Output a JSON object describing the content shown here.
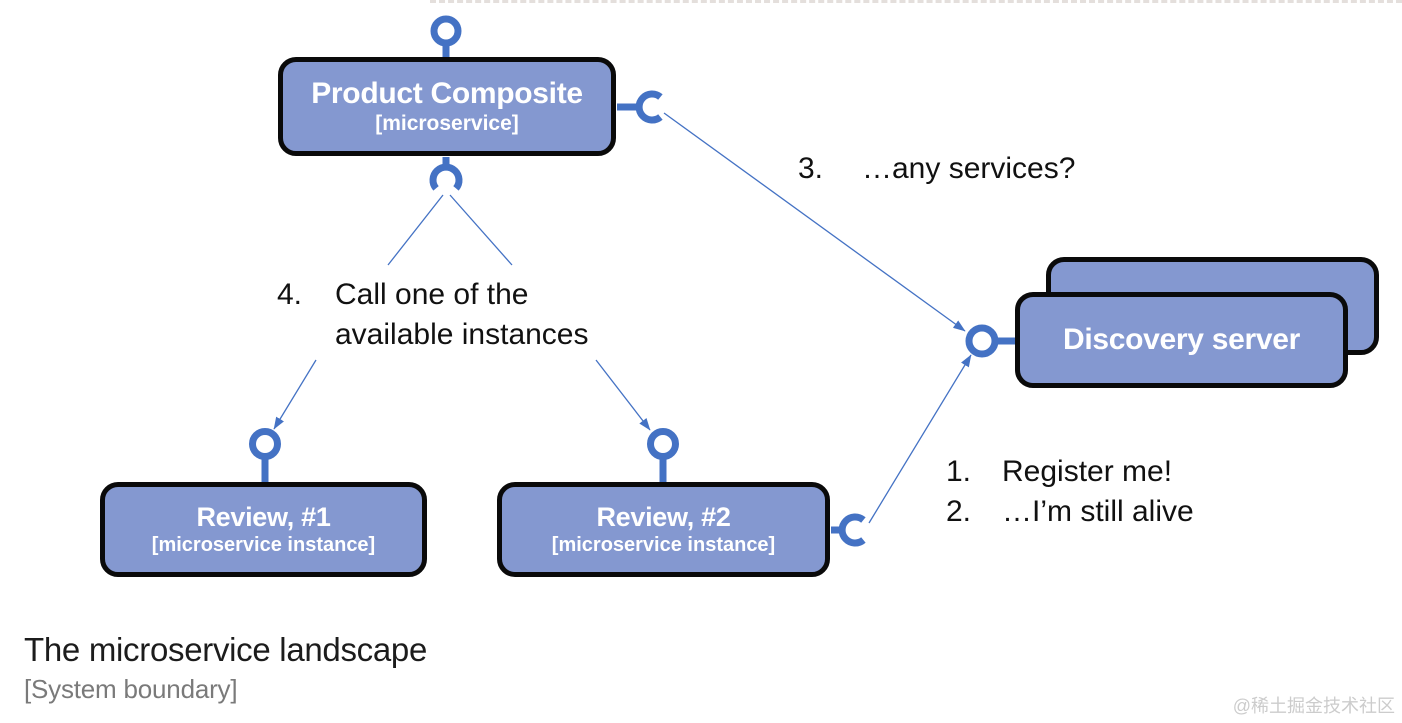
{
  "diagram": {
    "nodes": {
      "product_composite": {
        "title": "Product Composite",
        "subtitle": "[microservice]"
      },
      "review_1": {
        "title": "Review, #1",
        "subtitle": "[microservice instance]"
      },
      "review_2": {
        "title": "Review, #2",
        "subtitle": "[microservice instance]"
      },
      "discovery_server": {
        "title": "Discovery server"
      }
    },
    "annotations": {
      "step3": {
        "num": "3.",
        "text": "…any services?"
      },
      "step4": {
        "num": "4.",
        "line1": "Call one of the",
        "line2": "available instances"
      },
      "step1": {
        "num": "1.",
        "text": "Register me!"
      },
      "step2": {
        "num": "2.",
        "text": "…I’m still alive"
      }
    },
    "caption": {
      "title": "The microservice landscape",
      "subtitle": "[System boundary]"
    },
    "watermark": {
      "text": "@稀土掘金技术社区"
    },
    "colors": {
      "connector_blue": "#4472C4",
      "node_fill": "#8498D0",
      "node_border": "#0a0a0a",
      "annotation_text": "#111111",
      "caption_title": "#1c1c1c",
      "caption_subtitle": "#7a7a7a",
      "watermark": "#cccccc",
      "boundary_dash": "#c4b8b2"
    }
  }
}
